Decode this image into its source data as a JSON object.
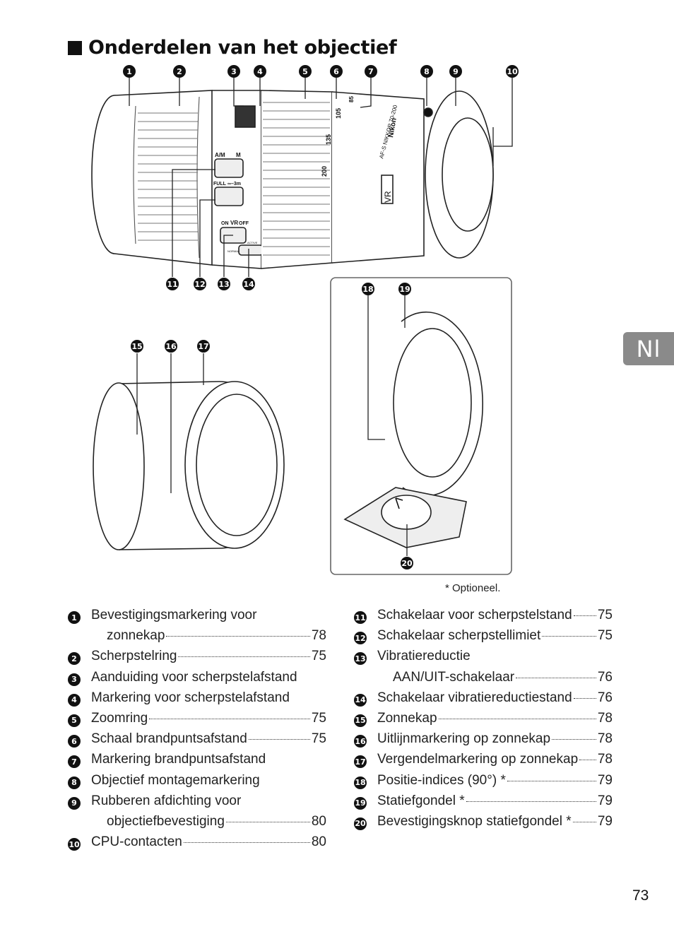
{
  "title": "Onderdelen van het objectief",
  "callouts": [
    "1",
    "2",
    "3",
    "4",
    "5",
    "6",
    "7",
    "8",
    "9",
    "10",
    "11",
    "12",
    "13",
    "14",
    "15",
    "16",
    "17",
    "18",
    "19",
    "20"
  ],
  "lens_markings": {
    "am": "A/M",
    "m": "M",
    "full": "FULL",
    "range": "∞–3m",
    "on": "ON",
    "vr": "VR",
    "off": "OFF",
    "normal": "NORMAL",
    "active": "ACTIVE",
    "f200": "200",
    "f135": "135",
    "f105": "105",
    "f85": "85",
    "brand": "Nikon",
    "model": "AF-S NIKKOR 70-200",
    "vr_badge": "VR"
  },
  "note": "* Optioneel.",
  "language_tab": "Nl",
  "left_list": [
    {
      "num": "1",
      "text": "Bevestigingsmarkering voor",
      "page": ""
    },
    {
      "num": "",
      "text": "zonnekap",
      "page": "78"
    },
    {
      "num": "2",
      "text": "Scherpstelring",
      "page": "75"
    },
    {
      "num": "3",
      "text": "Aanduiding voor scherpstelafstand",
      "page": ""
    },
    {
      "num": "4",
      "text": "Markering voor scherpstelafstand",
      "page": ""
    },
    {
      "num": "5",
      "text": "Zoomring",
      "page": "75"
    },
    {
      "num": "6",
      "text": "Schaal brandpuntsafstand",
      "page": "75"
    },
    {
      "num": "7",
      "text": "Markering brandpuntsafstand",
      "page": ""
    },
    {
      "num": "8",
      "text": "Objectief montagemarkering",
      "page": ""
    },
    {
      "num": "9",
      "text": "Rubberen afdichting voor",
      "page": ""
    },
    {
      "num": "",
      "text": "objectiefbevestiging",
      "page": "80"
    },
    {
      "num": "10",
      "text": "CPU-contacten",
      "page": "80"
    }
  ],
  "right_list": [
    {
      "num": "11",
      "text": "Schakelaar voor scherpstelstand",
      "page": "75"
    },
    {
      "num": "12",
      "text": "Schakelaar scherpstellimiet",
      "page": "75"
    },
    {
      "num": "13",
      "text": "Vibratiereductie",
      "page": ""
    },
    {
      "num": "",
      "text": "AAN/UIT-schakelaar",
      "page": "76"
    },
    {
      "num": "14",
      "text": "Schakelaar vibratiereductiestand",
      "page": "76"
    },
    {
      "num": "15",
      "text": "Zonnekap",
      "page": "78"
    },
    {
      "num": "16",
      "text": "Uitlijnmarkering op zonnekap",
      "page": "78"
    },
    {
      "num": "17",
      "text": "Vergendelmarkering op zonnekap",
      "page": "78"
    },
    {
      "num": "18",
      "text": "Positie-indices (90°) *",
      "page": "79"
    },
    {
      "num": "19",
      "text": "Statiefgondel *",
      "page": "79"
    },
    {
      "num": "20",
      "text": "Bevestigingsknop statiefgondel *",
      "page": "79"
    }
  ],
  "page_number": "73"
}
